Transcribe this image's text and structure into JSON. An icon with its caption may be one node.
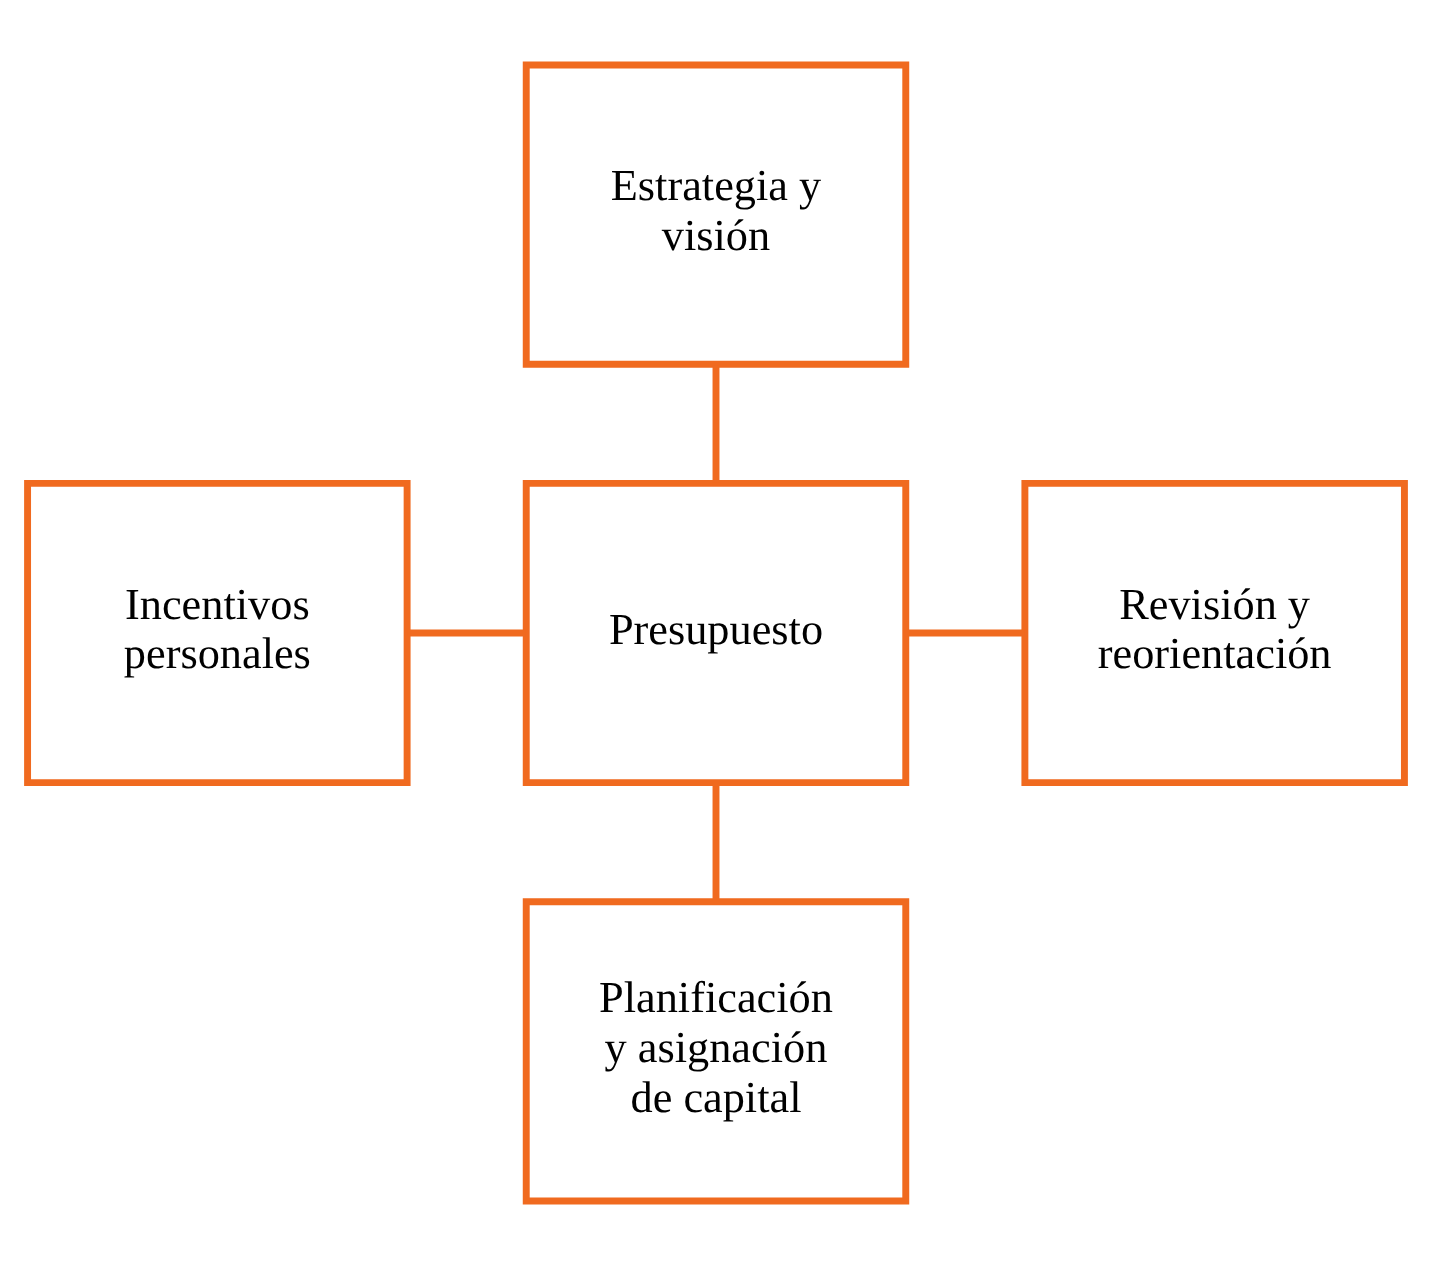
{
  "diagram": {
    "nodes": [
      {
        "text": [
          "Estrategia y visión"
        ]
      },
      {
        "text": [
          "Incentivos personales"
        ]
      },
      {
        "text": [
          "Presupuesto"
        ]
      },
      {
        "text": [
          "Revisión y reorientación"
        ]
      },
      {
        "text": [
          "Planificación y asignación de capital"
        ]
      }
    ],
    "edges": [
      {
        "from": 0,
        "to": 2,
        "arrow": "none"
      },
      {
        "from": 1,
        "to": 2,
        "arrow": "none"
      },
      {
        "from": 2,
        "to": 3,
        "arrow": "none"
      },
      {
        "from": 2,
        "to": 4,
        "arrow": "none"
      }
    ]
  }
}
